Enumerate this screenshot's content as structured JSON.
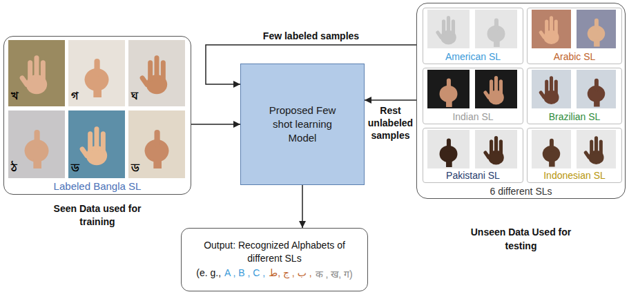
{
  "diagram": {
    "nodes": [
      {
        "text": [
          "Labeled Bangla SL",
          "Seen Data used for training"
        ]
      },
      {
        "text": [
          "Proposed Few shot learning Model"
        ]
      },
      {
        "text": [
          "6 different SLs",
          "Unseen Data Used for testing"
        ]
      },
      {
        "text": [
          "American SL"
        ],
        "in": 2
      },
      {
        "text": [
          "Arabic SL"
        ],
        "in": 2
      },
      {
        "text": [
          "Indian SL"
        ],
        "in": 2
      },
      {
        "text": [
          "Brazilian SL"
        ],
        "in": 2
      },
      {
        "text": [
          "Pakistani SL"
        ],
        "in": 2
      },
      {
        "text": [
          "Indonesian SL"
        ],
        "in": 2
      },
      {
        "text": [
          "Output: Recognized Alphabets of different SLs",
          "(e. g.,",
          "A , B , C ,",
          "ط, ج , ب ,",
          "क , ख, ग)"
        ]
      }
    ],
    "edges": [
      {
        "from": 0,
        "to": 1,
        "arrow": "to"
      },
      {
        "from": 2,
        "to": 1,
        "label": "Few labeled samples",
        "arrow": "to"
      },
      {
        "from": 2,
        "to": 1,
        "label": "Rest unlabeled samples",
        "arrow": "to"
      },
      {
        "from": 1,
        "to": 9,
        "arrow": "to"
      }
    ],
    "labels": [
      "খ",
      "গ",
      "ঘ",
      "ঠ",
      "ড",
      "ড"
    ]
  }
}
